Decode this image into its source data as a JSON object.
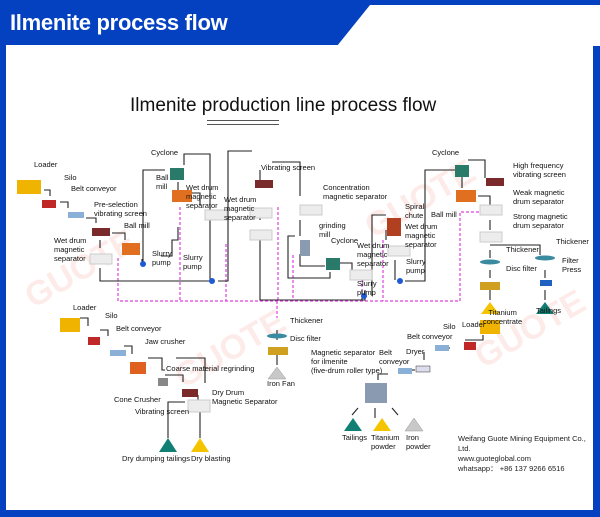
{
  "header": {
    "title": "Ilmenite process flow"
  },
  "diagram": {
    "title": "Ilmenite production line process flow",
    "colors": {
      "frame": "#0341c0",
      "pink_flow": "#e040e0",
      "concentrate": "#f5c400",
      "tailings": "#117f73",
      "iron": "#b8b8b8"
    },
    "main_line": {
      "labels": [
        "Loader",
        "Silo",
        "Belt conveyor",
        "Pre-selection\nvibrating screen",
        "Ball mill",
        "Wet drum\nmagnetic\nseparator",
        "Slurry\npump",
        "Cyclone",
        "Ball\nmill",
        "Wet drum\nmagnetic\nseparator",
        "Slurry\npump",
        "Vibrating screen",
        "Wet drum\nmagnetic\nseparator",
        "Concentration\nmagnetic separator",
        "grinding\nmill",
        "Cyclone",
        "Wet drum\nmagnetic\nseparator",
        "Slurry\npump",
        "Spiral\nchute",
        "Wet drum\nmagnetic\nseparator",
        "Slurry\npump",
        "Cyclone",
        "Ball mill",
        "High frequency\nvibrating screen",
        "Weak magnetic\ndrum separator",
        "Strong magnetic\ndrum separator",
        "Thickener",
        "Disc filter",
        "Thickener",
        "Filter\nPress",
        "Titanium\nconcentrate",
        "Tailings"
      ]
    },
    "iron_line": {
      "labels": [
        "Thickener",
        "Disc filter",
        "Iron Fan"
      ]
    },
    "dry_line": {
      "labels": [
        "Loader",
        "Silo",
        "Belt conveyor",
        "Jaw crusher",
        "Coarse material regrinding",
        "Cone Crusher",
        "Vibrating screen",
        "Dry Drum\nMagnetic Separator",
        "Dry dumping tailings",
        "Dry blasting"
      ]
    },
    "dry_separation_line": {
      "labels": [
        "Loader",
        "Silo",
        "Belt conveyor",
        "Dryer",
        "Belt\nconveyor",
        "Magnetic separator\nfor ilmenite\n(five-drum roller type)",
        "Tailings",
        "Titanium\npowder",
        "Iron\npowder"
      ]
    }
  },
  "company": {
    "name": "Weifang Guote Mining Equipment Co., Ltd.",
    "website": "www.guoteglobal.com",
    "whatsapp": "whatsapp： +86 137 9266 6516"
  },
  "watermark": "GUOTE"
}
